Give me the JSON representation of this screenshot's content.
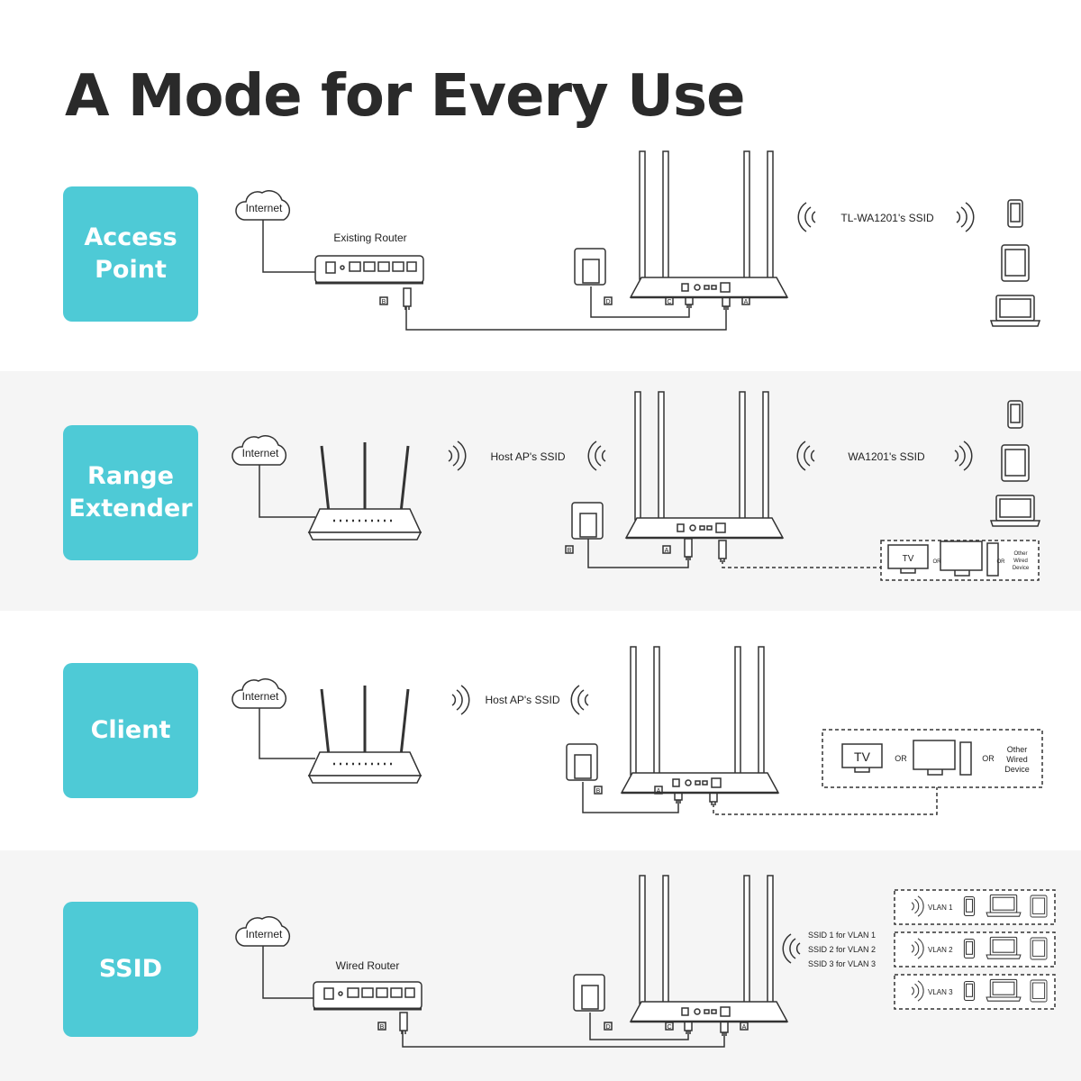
{
  "title": "A Mode for Every Use",
  "modes": [
    {
      "label": "Access\nPoint"
    },
    {
      "label": "Range\nExtender"
    },
    {
      "label": "Client"
    },
    {
      "label": "SSID"
    }
  ],
  "text": {
    "internet": "Internet",
    "existing_router": "Existing Router",
    "wired_router": "Wired Router",
    "ap_ssid": "TL-WA1201's SSID",
    "host_ap_ssid": "Host AP's SSID",
    "wa_ssid": "WA1201's SSID",
    "tv": "TV",
    "or": "OR",
    "other": "Other",
    "wired": "Wired",
    "device": "Device",
    "ssid1": "SSID 1 for VLAN 1",
    "ssid2": "SSID 2 for VLAN 2",
    "ssid3": "SSID 3 for VLAN 3",
    "vlan1": "VLAN 1",
    "vlan2": "VLAN 2",
    "vlan3": "VLAN 3",
    "port_a": "A",
    "port_b": "B",
    "port_c": "C",
    "port_d": "D"
  },
  "colors": {
    "accent": "#4ecad6",
    "band_alt": "#f5f5f5",
    "line": "#333333"
  }
}
